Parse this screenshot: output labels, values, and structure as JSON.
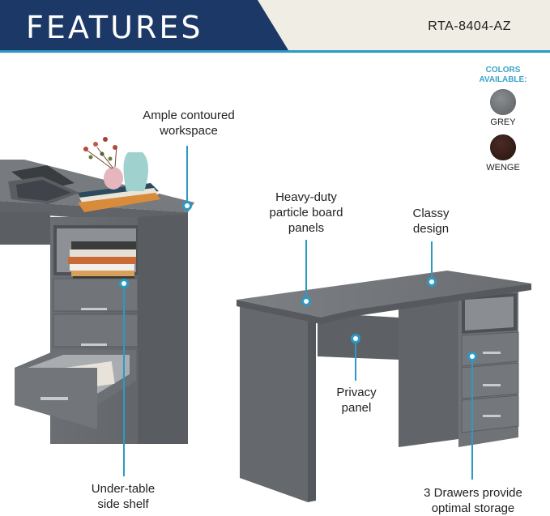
{
  "header": {
    "title": "FEATURES",
    "model": "RTA-8404-AZ"
  },
  "colors": {
    "heading_line1": "COLORS",
    "heading_line2": "AVAILABLE:",
    "options": [
      {
        "label": "GREY",
        "color": "#707376"
      },
      {
        "label": "WENGE",
        "color": "#3a1f1b"
      }
    ]
  },
  "features": {
    "workspace": {
      "line1": "Ample contoured",
      "line2": "workspace"
    },
    "panels": {
      "line1": "Heavy-duty",
      "line2": "particle board",
      "line3": "panels"
    },
    "classy": {
      "line1": "Classy",
      "line2": "design"
    },
    "privacy": {
      "line1": "Privacy",
      "line2": "panel"
    },
    "shelf": {
      "line1": "Under-table",
      "line2": "side shelf"
    },
    "drawers": {
      "line1": "3 Drawers provide",
      "line2": "optimal storage"
    }
  },
  "theme": {
    "brand_blue": "#1c3866",
    "accent": "#2b9ac4",
    "header_bg": "#efede4",
    "desk_grey": "#6f7276"
  }
}
